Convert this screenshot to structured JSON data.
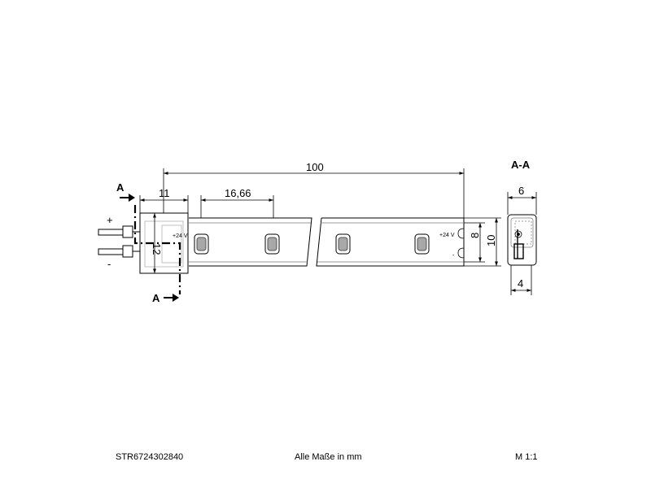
{
  "dimensions": {
    "total_length": "100",
    "connector_length": "11",
    "led_pitch": "16,66",
    "connector_height": "12",
    "strip_inner_height": "8",
    "strip_height": "10",
    "section_width": "6",
    "section_base_width": "4"
  },
  "labels": {
    "section_marker": "A",
    "section_title": "A-A",
    "plus": "+",
    "minus": "-",
    "voltage_connector": "+24 V",
    "voltage_strip": "+24 V",
    "strip_minus": "-"
  },
  "footer": {
    "article_number": "STR6724302840",
    "note": "Alle Maße in mm",
    "scale": "M 1:1"
  }
}
